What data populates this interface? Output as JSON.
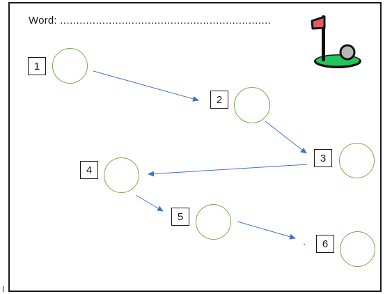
{
  "word_label": "Word:",
  "word_blank": "................................................................................................................",
  "steps": [
    {
      "number": "1"
    },
    {
      "number": "2"
    },
    {
      "number": "3"
    },
    {
      "number": "4"
    },
    {
      "number": "5"
    },
    {
      "number": "6"
    }
  ],
  "colors": {
    "circle_border": "#70ad47",
    "arrow": "#4472c4",
    "flag": "#e05c63",
    "green": "#22c55e",
    "ball": "#b8b8b8"
  },
  "icon": "golf-flag-icon"
}
